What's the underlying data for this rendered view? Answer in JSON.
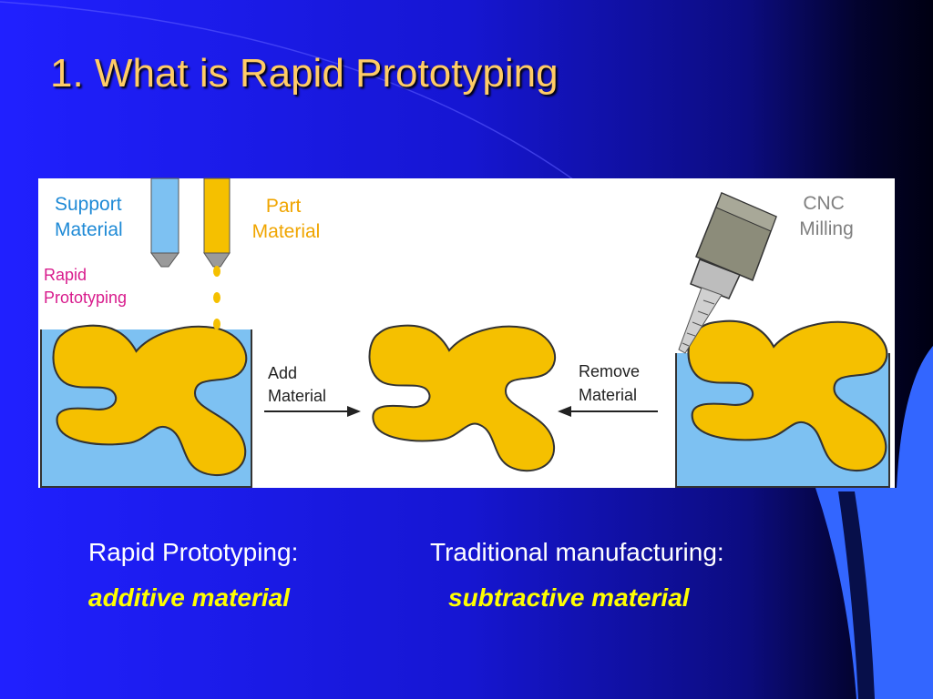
{
  "slide": {
    "title": "1. What is Rapid Prototyping"
  },
  "diagram": {
    "support_label": [
      "Support",
      "Material"
    ],
    "part_label": [
      "Part",
      "Material"
    ],
    "rp_label": [
      "Rapid",
      "Prototyping"
    ],
    "add_label": [
      "Add",
      "Material"
    ],
    "remove_label": [
      "Remove",
      "Material"
    ],
    "cnc_label": [
      "CNC",
      "Milling"
    ]
  },
  "comparison": {
    "left": {
      "heading": "Rapid Prototyping:",
      "value": "additive material"
    },
    "right": {
      "heading": "Traditional manufacturing:",
      "value": "subtractive material"
    }
  },
  "colors": {
    "background": "#1a1ae0",
    "title": "#ffcc66",
    "emphasis": "#ffff00",
    "support_material": "#7dc1f2",
    "part_material": "#f5c000",
    "support_text": "#1f8ad6",
    "part_text": "#f0a500",
    "rp_text": "#d81b8c",
    "cnc_text": "#808080"
  }
}
